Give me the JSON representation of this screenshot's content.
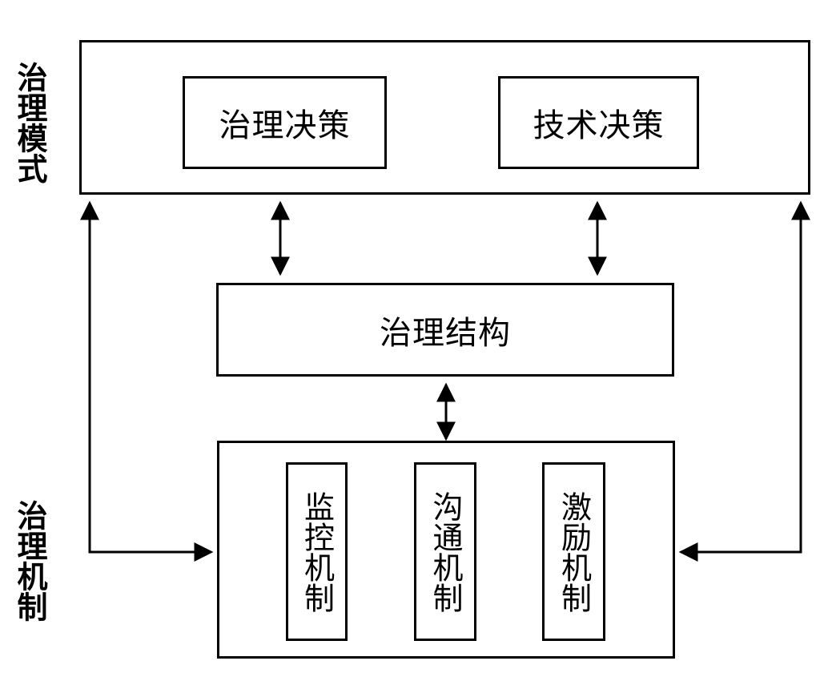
{
  "side_labels": {
    "governance_mode": "治理模式",
    "governance_mechanism": "治理机制"
  },
  "mode_box": {
    "governance_decision": "治理决策",
    "technical_decision": "技术决策"
  },
  "structure_box": {
    "label": "治理结构"
  },
  "mechanism_box": {
    "monitoring": "监控机制",
    "communication": "沟通机制",
    "incentive": "激励机制"
  }
}
